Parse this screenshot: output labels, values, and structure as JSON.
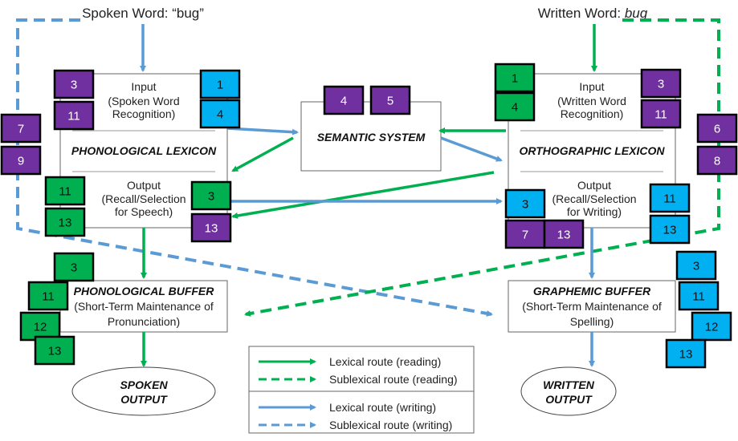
{
  "inputs": {
    "spoken": "Spoken Word: “bug”",
    "written_prefix": "Written Word: ",
    "written_word": "bug"
  },
  "colors": {
    "purple": "#7030A0",
    "blue_badge": "#00B0F0",
    "green": "#00B050",
    "blue_line": "#5B9BD5"
  },
  "phonological_lexicon": {
    "input_title": "Input",
    "input_sub": "(Spoken Word Recognition)",
    "title": "PHONOLOGICAL LEXICON",
    "output_title": "Output",
    "output_sub": "(Recall/Selection for Speech)"
  },
  "orthographic_lexicon": {
    "input_title": "Input",
    "input_sub": "(Written Word Recognition)",
    "title": "ORTHOGRAPHIC LEXICON",
    "output_title": "Output",
    "output_sub": "(Recall/Selection for Writing)"
  },
  "semantic_system": {
    "title": "SEMANTIC SYSTEM"
  },
  "phonological_buffer": {
    "title": "PHONOLOGICAL BUFFER",
    "line1": "(Short-Term Maintenance of",
    "line2": "Pronunciation)"
  },
  "graphemic_buffer": {
    "title": "GRAPHEMIC BUFFER",
    "line1": "(Short-Term Maintenance of",
    "line2": "Spelling)"
  },
  "spoken_output": {
    "line1": "SPOKEN",
    "line2": "OUTPUT"
  },
  "written_output": {
    "line1": "WRITTEN",
    "line2": "OUTPUT"
  },
  "legend": [
    {
      "label": "Lexical route (reading)",
      "color": "#00B050",
      "style": "solid"
    },
    {
      "label": "Sublexical route (reading)",
      "color": "#00B050",
      "style": "dashed"
    },
    {
      "label": "Lexical route (writing)",
      "color": "#5B9BD5",
      "style": "solid"
    },
    {
      "label": "Sublexical route (writing)",
      "color": "#5B9BD5",
      "style": "dashed"
    }
  ],
  "badges": {
    "phon_input_left": [
      "3",
      "11"
    ],
    "phon_input_right": [
      "1",
      "4"
    ],
    "phon_side": [
      "7",
      "9"
    ],
    "phon_output_left": [
      "11",
      "13"
    ],
    "phon_output_right": [
      "3",
      "13"
    ],
    "semantic": [
      "4",
      "5"
    ],
    "phon_buffer": [
      "3",
      "11",
      "12",
      "13"
    ],
    "orth_input_left": [
      "1",
      "4"
    ],
    "orth_input_right": [
      "3",
      "11"
    ],
    "orth_side": [
      "6",
      "8"
    ],
    "orth_output_left": [
      "3",
      "7",
      "13"
    ],
    "orth_output_right": [
      "11",
      "13"
    ],
    "graph_buffer": [
      "3",
      "11",
      "12",
      "13"
    ]
  }
}
